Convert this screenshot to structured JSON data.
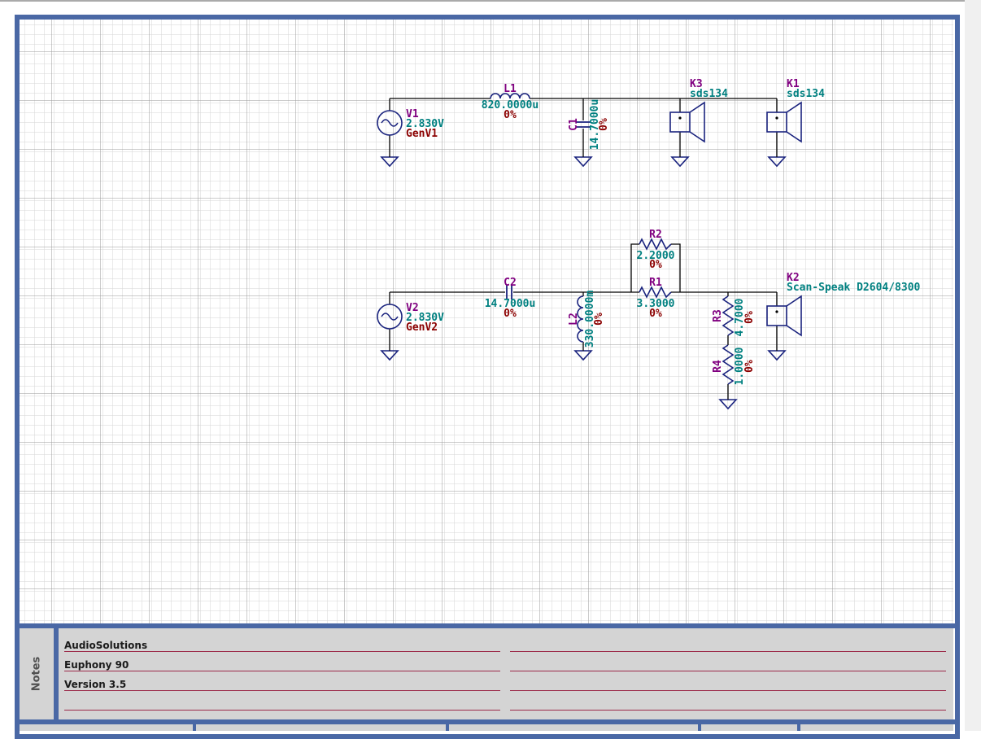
{
  "colors": {
    "frame": "#4a68a5",
    "grid_minor": "#d6d6d6",
    "grid_major": "#9a9a9a",
    "wire": "#000000",
    "symbol": "#1a237e",
    "designator": "#800080",
    "value": "#008080",
    "tolerance": "#8b0000",
    "note_line": "#9c2b4a"
  },
  "components": {
    "V1": {
      "designator": "V1",
      "value": "2.830V",
      "extra": "GenV1"
    },
    "V2": {
      "designator": "V2",
      "value": "2.830V",
      "extra": "GenV2"
    },
    "L1": {
      "designator": "L1",
      "value": "820.0000u",
      "tolerance": "0%"
    },
    "C1": {
      "designator": "C1",
      "value": "14.7000u",
      "tolerance": "0%"
    },
    "K3": {
      "designator": "K3",
      "value": "sds134"
    },
    "K1": {
      "designator": "K1",
      "value": "sds134"
    },
    "C2": {
      "designator": "C2",
      "value": "14.7000u",
      "tolerance": "0%"
    },
    "L2": {
      "designator": "L2",
      "value": "330.0000m",
      "tolerance": "0%"
    },
    "R2": {
      "designator": "R2",
      "value": "2.2000",
      "tolerance": "0%"
    },
    "R1": {
      "designator": "R1",
      "value": "3.3000",
      "tolerance": "0%"
    },
    "R3": {
      "designator": "R3",
      "value": "4.7000",
      "tolerance": "0%"
    },
    "R4": {
      "designator": "R4",
      "value": "1.0000",
      "tolerance": "0%"
    },
    "K2": {
      "designator": "K2",
      "value": "Scan-Speak D2604/8300"
    }
  },
  "notes": {
    "label": "Notes",
    "lines": [
      "AudioSolutions",
      "Euphony 90",
      "Version 3.5",
      ""
    ]
  }
}
